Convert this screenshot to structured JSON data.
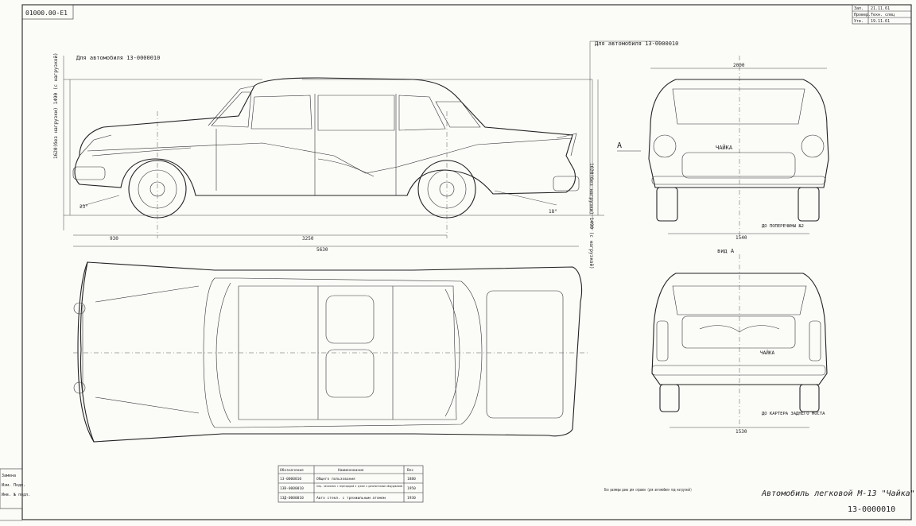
{
  "drawing": {
    "code_top_left": "01000.00-Е1",
    "note_side": "Для автомобиля 13-0000010",
    "note_front": "Для автомобиля 13-0000010",
    "dims_side": {
      "front_overhang": "930",
      "wheelbase": "3250",
      "overall_length": "5630"
    },
    "dims_front": {
      "width": "2000",
      "track": "1540",
      "section_label": "ДО ПОПЕРЕЧИНЫ №2"
    },
    "dims_rear": {
      "track": "1530",
      "axle_note": "ДО КАРТЕРА ЗАДНЕГО МОСТА"
    },
    "side_heights": {
      "left": "1620(без нагрузки) 1490 (с нагрузкой)",
      "right": "1620(без нагрузки) 1490 (с нагрузкой)"
    },
    "angles": {
      "front": "23°",
      "rear": "18°"
    },
    "view_a_label": "A",
    "view_a_rear": "вид A",
    "note_bottom": "Все размеры даны для справок (для автомобиля под нагрузкой)",
    "title": "Автомобиль легковой М-13 \"Чайка\"",
    "number": "13-0000010",
    "grille_text": "ЧАЙКА",
    "trunk_text": "ЧАЙКА"
  },
  "spec_table": {
    "headers": [
      "Обозначение",
      "Наименование",
      "Вес"
    ],
    "rows": [
      [
        "13-0000010",
        "Общего пользования",
        "1880"
      ],
      [
        "13В-0000010",
        "Спец. назначения с перегородкой в кузове и дополнительным оборудованием",
        "1950"
      ],
      [
        "13Д-0000010",
        "Авто стекл. с трехжильным атомом",
        "1930"
      ]
    ]
  },
  "title_block_tr": [
    "Зап.",
    "Провер.",
    "Утв.",
    "21.11.61",
    "Техн. спец",
    "19.11.61"
  ],
  "side_stamp": [
    "Замена",
    "Изм. Подп.",
    "Инв. № подл."
  ]
}
